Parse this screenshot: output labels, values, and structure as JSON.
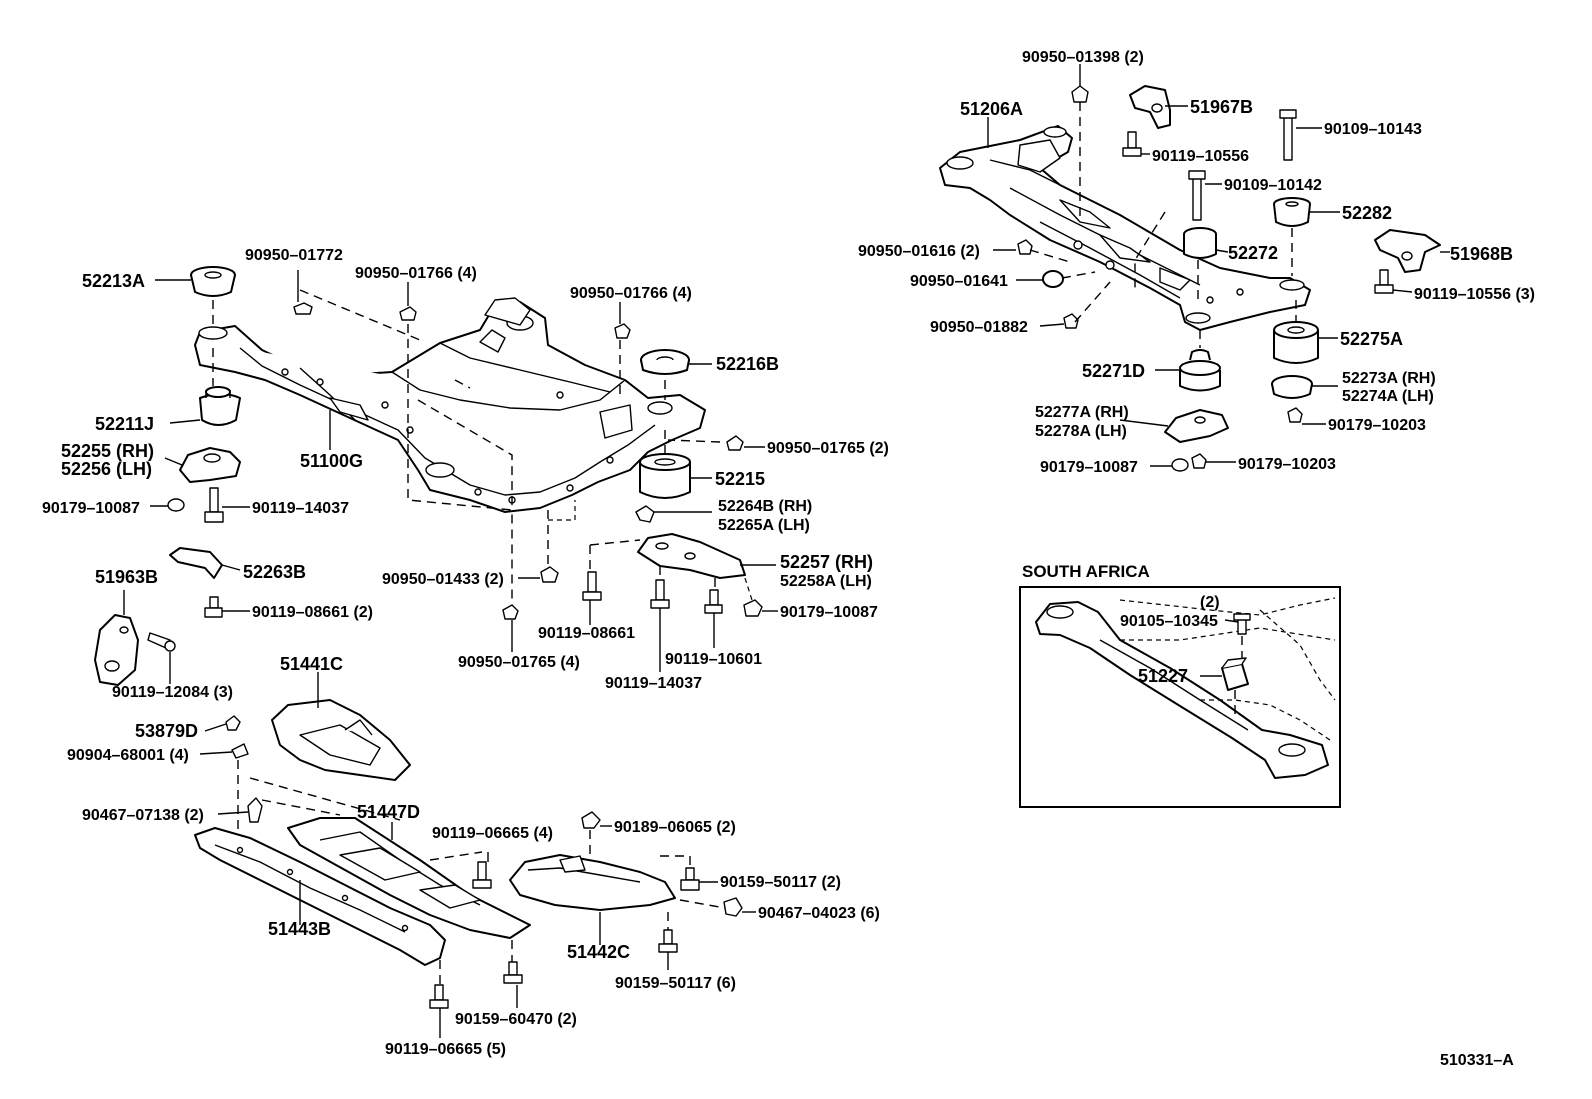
{
  "diagram": {
    "figure_code": "510331–A",
    "region_title": "SOUTH AFRICA",
    "labels": [
      {
        "id": "p52213A",
        "text": "52213A"
      },
      {
        "id": "p90950-01772",
        "text": "90950–01772"
      },
      {
        "id": "p90950-01766a",
        "text": "90950–01766 (4)"
      },
      {
        "id": "p90950-01766b",
        "text": "90950–01766 (4)"
      },
      {
        "id": "p52216B",
        "text": "52216B"
      },
      {
        "id": "p52211J",
        "text": "52211J"
      },
      {
        "id": "p52255",
        "text": "52255 (RH)"
      },
      {
        "id": "p52256",
        "text": "52256 (LH)"
      },
      {
        "id": "p51100G",
        "text": "51100G"
      },
      {
        "id": "p90950-01765a",
        "text": "90950–01765 (2)"
      },
      {
        "id": "p52215",
        "text": "52215"
      },
      {
        "id": "p52264B",
        "text": "52264B (RH)"
      },
      {
        "id": "p52265A",
        "text": "52265A (LH)"
      },
      {
        "id": "p90179-10087a",
        "text": "90179–10087"
      },
      {
        "id": "p90119-14037a",
        "text": "90119–14037"
      },
      {
        "id": "p52257",
        "text": "52257    (RH)"
      },
      {
        "id": "p52258A",
        "text": "52258A (LH)"
      },
      {
        "id": "p51963B",
        "text": "51963B"
      },
      {
        "id": "p52263B",
        "text": "52263B"
      },
      {
        "id": "p90950-01433",
        "text": "90950–01433 (2)"
      },
      {
        "id": "p90119-08661a",
        "text": "90119–08661 (2)"
      },
      {
        "id": "p90179-10087b",
        "text": "90179–10087"
      },
      {
        "id": "p90119-08661b",
        "text": "90119–08661"
      },
      {
        "id": "p90119-10601",
        "text": "90119–10601"
      },
      {
        "id": "p90950-01765b",
        "text": "90950–01765 (4)"
      },
      {
        "id": "p90119-12084",
        "text": "90119–12084 (3)"
      },
      {
        "id": "p90119-14037b",
        "text": "90119–14037"
      },
      {
        "id": "p51441C",
        "text": "51441C"
      },
      {
        "id": "p53879D",
        "text": "53879D"
      },
      {
        "id": "p90904-68001",
        "text": "90904–68001 (4)"
      },
      {
        "id": "p90467-07138",
        "text": "90467–07138 (2)"
      },
      {
        "id": "p51447D",
        "text": "51447D"
      },
      {
        "id": "p90119-06665a",
        "text": "90119–06665 (4)"
      },
      {
        "id": "p90189-06065",
        "text": "90189–06065 (2)"
      },
      {
        "id": "p90159-50117a",
        "text": "90159–50117 (2)"
      },
      {
        "id": "p90467-04023",
        "text": "90467–04023 (6)"
      },
      {
        "id": "p51443B",
        "text": "51443B"
      },
      {
        "id": "p51442C",
        "text": "51442C"
      },
      {
        "id": "p90159-50117b",
        "text": "90159–50117 (6)"
      },
      {
        "id": "p90159-60470",
        "text": "90159–60470 (2)"
      },
      {
        "id": "p90119-06665b",
        "text": "90119–06665 (5)"
      },
      {
        "id": "p90950-01398",
        "text": "90950–01398 (2)"
      },
      {
        "id": "p51206A",
        "text": "51206A"
      },
      {
        "id": "p51967B",
        "text": "51967B"
      },
      {
        "id": "p90109-10143",
        "text": "90109–10143"
      },
      {
        "id": "p90119-10556a",
        "text": "90119–10556"
      },
      {
        "id": "p90109-10142",
        "text": "90109–10142"
      },
      {
        "id": "p52282",
        "text": "52282"
      },
      {
        "id": "p90950-01616",
        "text": "90950–01616 (2)"
      },
      {
        "id": "p52272",
        "text": "52272"
      },
      {
        "id": "p51968B",
        "text": "51968B"
      },
      {
        "id": "p90950-01641",
        "text": "90950–01641"
      },
      {
        "id": "p90119-10556b",
        "text": "90119–10556 (3)"
      },
      {
        "id": "p90950-01882",
        "text": "90950–01882"
      },
      {
        "id": "p52275A",
        "text": "52275A"
      },
      {
        "id": "p52271D",
        "text": "52271D"
      },
      {
        "id": "p52273A",
        "text": "52273A (RH)"
      },
      {
        "id": "p52274A",
        "text": "52274A (LH)"
      },
      {
        "id": "p52277A",
        "text": "52277A (RH)"
      },
      {
        "id": "p52278A",
        "text": "52278A (LH)"
      },
      {
        "id": "p90179-10203a",
        "text": "90179–10203"
      },
      {
        "id": "p90179-10087c",
        "text": "90179–10087"
      },
      {
        "id": "p90179-10203b",
        "text": "90179–10203"
      },
      {
        "id": "p90105-10345q",
        "text": "(2)"
      },
      {
        "id": "p90105-10345",
        "text": "90105–10345"
      },
      {
        "id": "p51227",
        "text": "51227"
      }
    ]
  }
}
